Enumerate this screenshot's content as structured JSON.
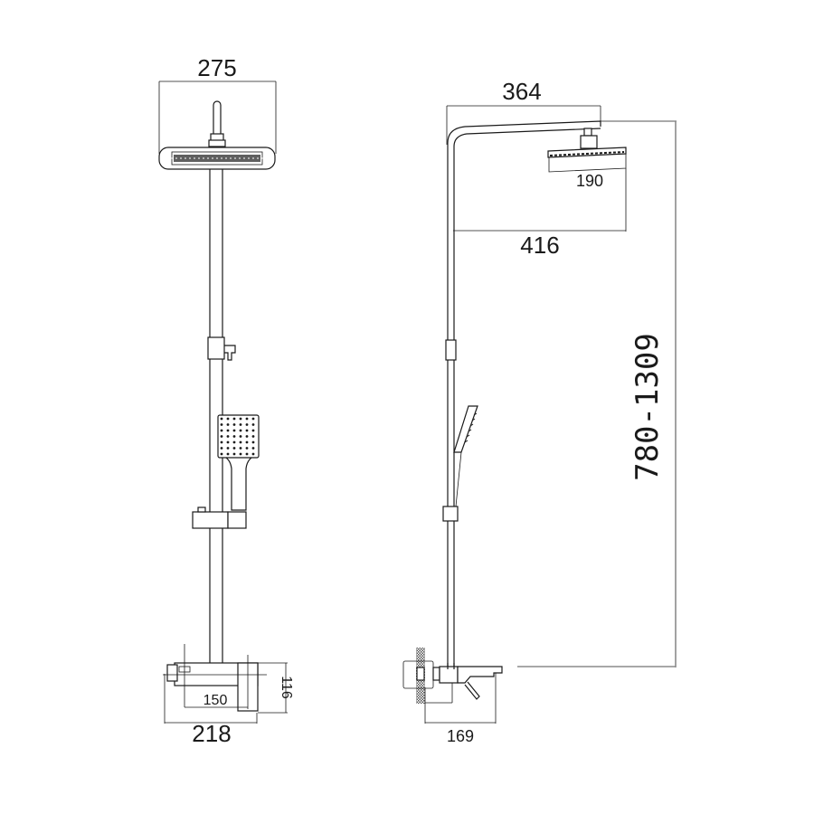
{
  "drawing": {
    "title": "Shower column dimension drawing",
    "views": [
      "front-view",
      "side-view"
    ],
    "colors": {
      "line": "#1a1a1a",
      "dimension_line": "#8a8a8a",
      "background": "#ffffff"
    }
  },
  "front_view": {
    "dimensions": {
      "head_width": "275",
      "mixer_width": "218",
      "mixer_inner": "150",
      "mixer_height": "116"
    }
  },
  "side_view": {
    "dimensions": {
      "arm_length": "364",
      "head_depth": "190",
      "arm_reach": "416",
      "height_range": "780-1309",
      "mixer_projection": "169"
    }
  }
}
